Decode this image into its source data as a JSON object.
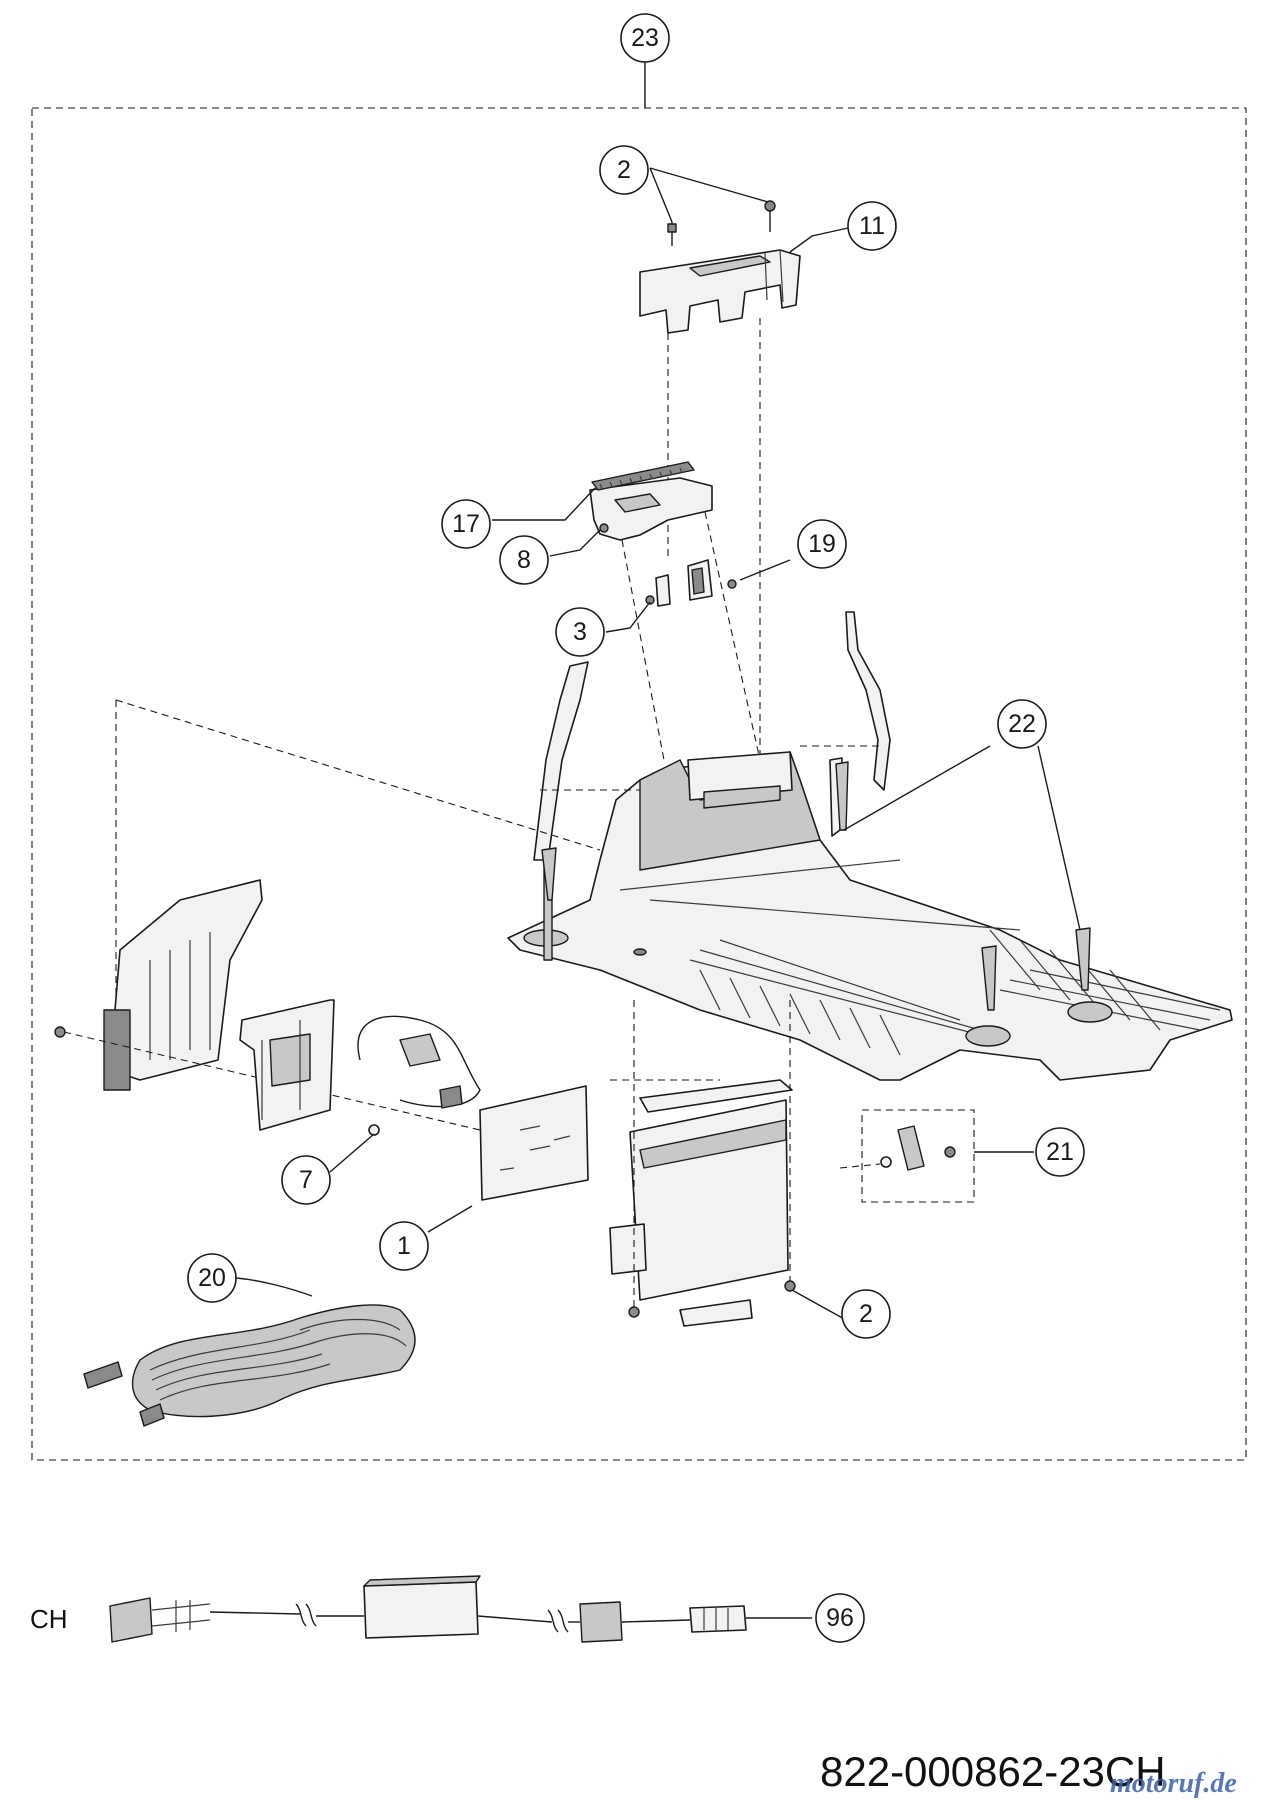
{
  "callouts": {
    "c23": "23",
    "c2_top": "2",
    "c11": "11",
    "c17": "17",
    "c8": "8",
    "c19": "19",
    "c3": "3",
    "c22": "22",
    "c7": "7",
    "c21": "21",
    "c1": "1",
    "c20": "20",
    "c2_bottom": "2",
    "c96": "96"
  },
  "region_label": "CH",
  "drawing_number": "822-000862-23CH",
  "watermark": "motoruf.de",
  "colors": {
    "line": "#1a1a1a",
    "background": "#ffffff",
    "watermark_blue": "#3a5fa8",
    "watermark_orange": "#e08a1e"
  }
}
